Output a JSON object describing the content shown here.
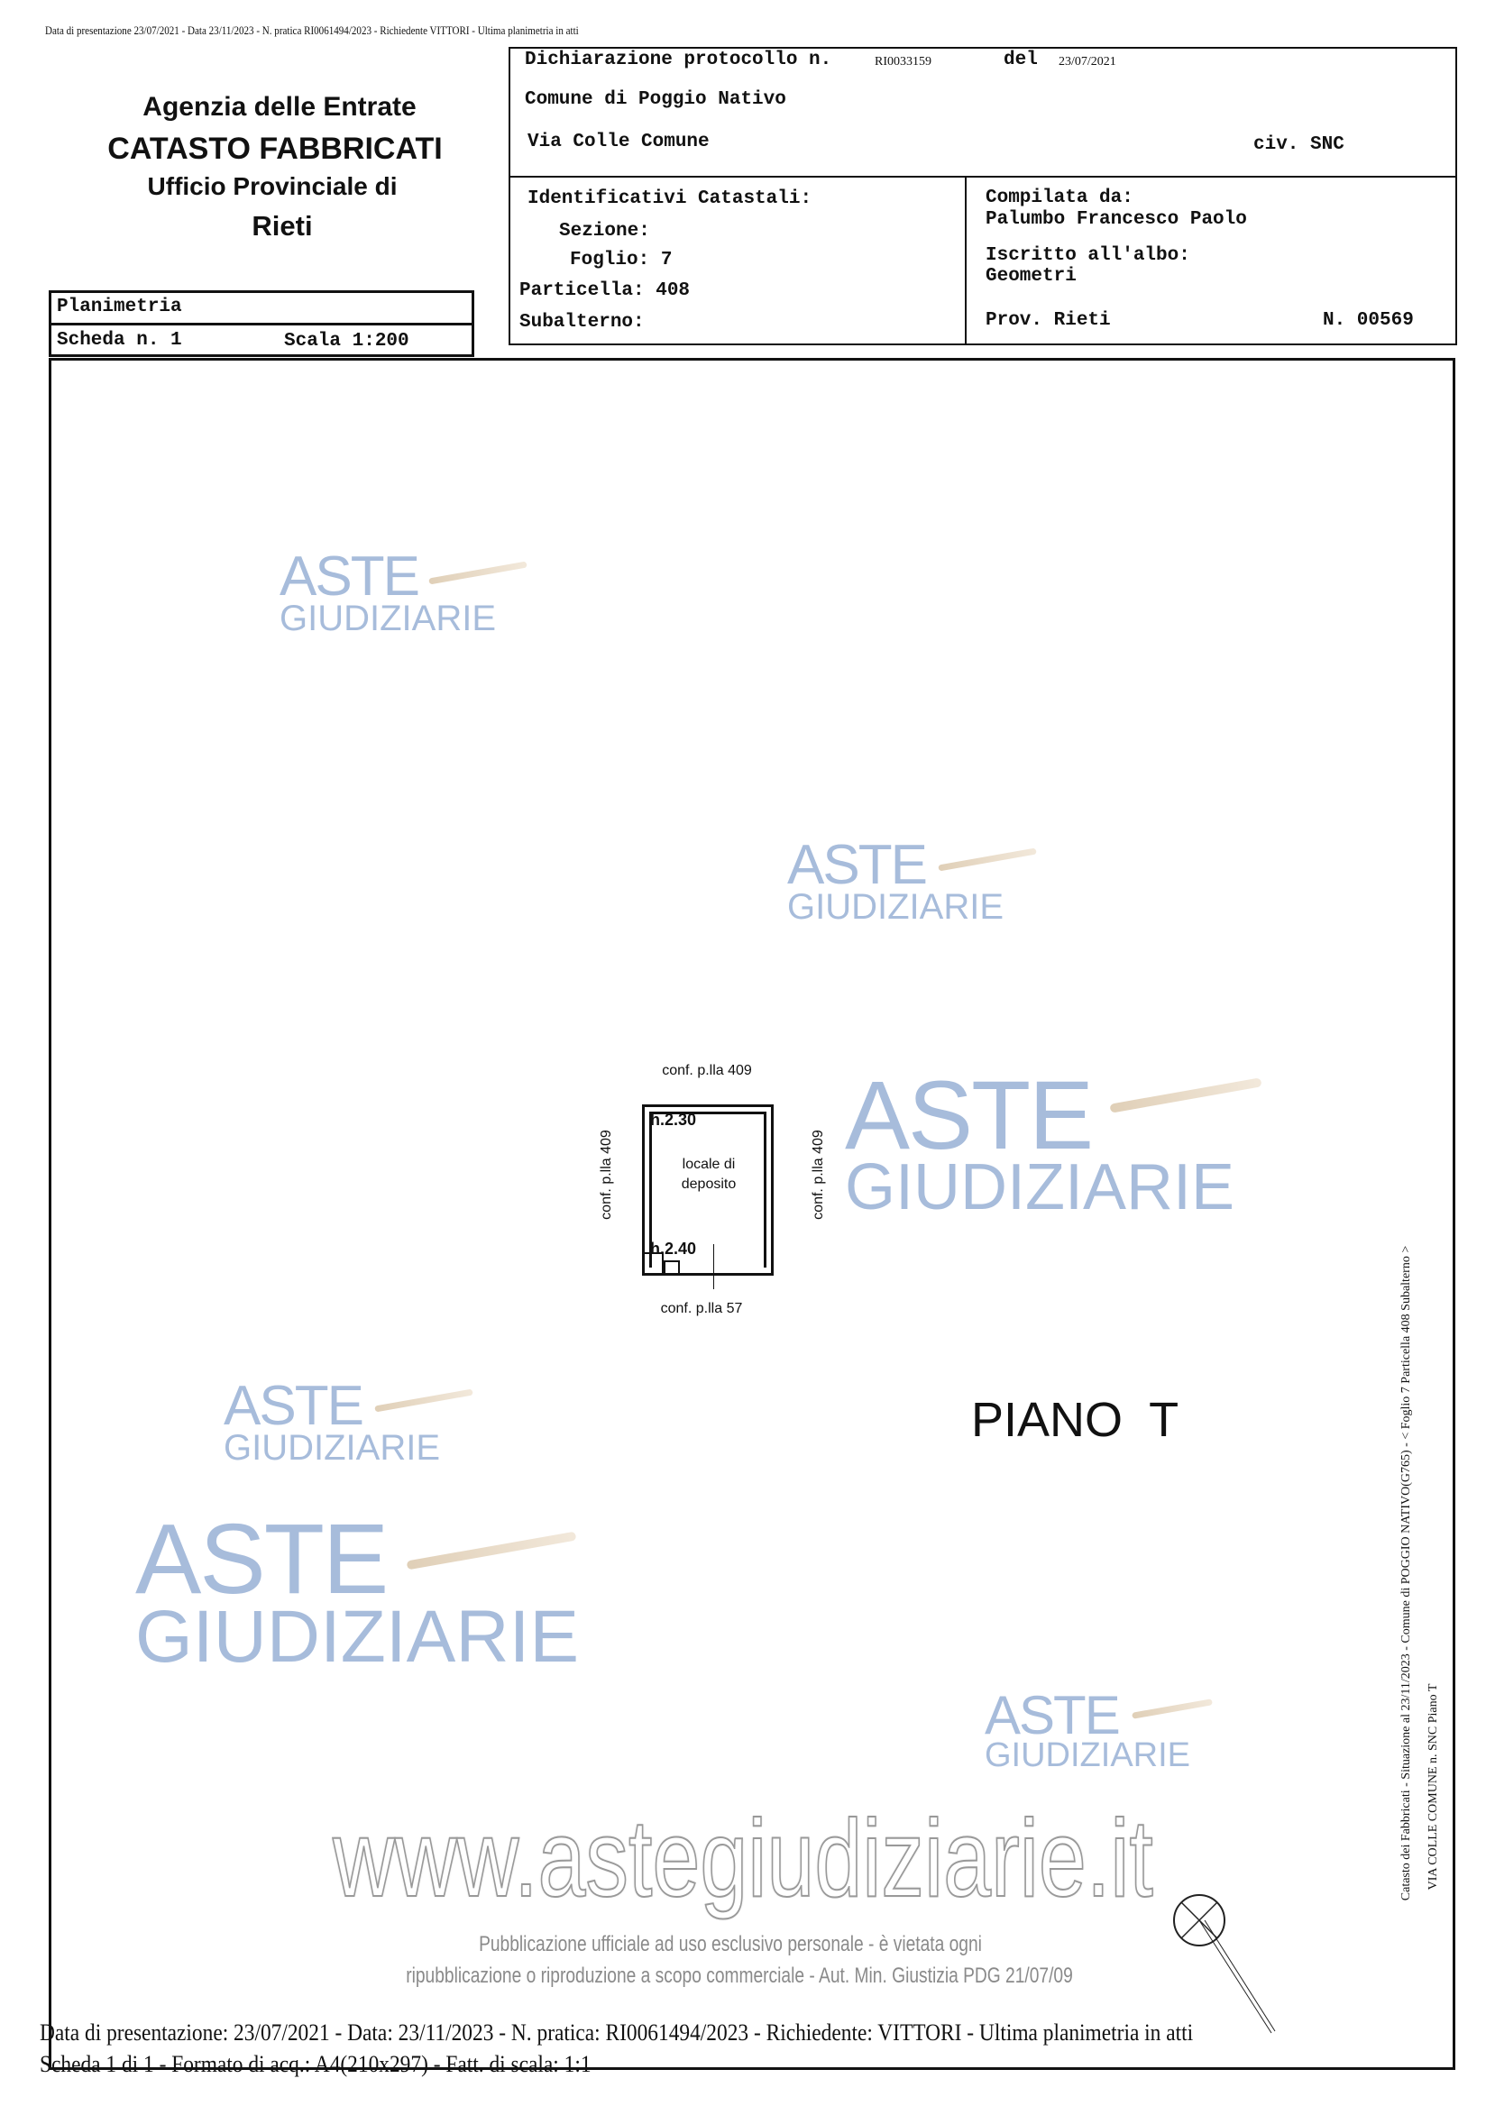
{
  "top_line": "Data di presentazione 23/07/2021 - Data 23/11/2023 - N. pratica RI0061494/2023 - Richiedente VITTORI - Ultima planimetria in atti",
  "agency": {
    "line1": "Agenzia delle Entrate",
    "line2": "CATASTO FABBRICATI",
    "line3": "Ufficio Provinciale di",
    "line4": "Rieti"
  },
  "declaration": {
    "label": "Dichiarazione protocollo n.",
    "number": "RI0033159",
    "del_label": "del",
    "date": "23/07/2021",
    "comune": "Comune di Poggio Nativo",
    "via": "Via Colle Comune",
    "civ": "civ. SNC"
  },
  "identifiers": {
    "title": "Identificativi Catastali:",
    "sezione": "Sezione:",
    "foglio": "Foglio: 7",
    "particella": "Particella: 408",
    "subalterno": "Subalterno:"
  },
  "compiler": {
    "label": "Compilata da:",
    "name": "Palumbo Francesco Paolo",
    "albo_label": "Iscritto all'albo:",
    "albo": "Geometri",
    "prov": "Prov. Rieti",
    "number": "N. 00569"
  },
  "sheet": {
    "title": "Planimetria",
    "scheda": "Scheda n. 1",
    "scala": "Scala 1:200"
  },
  "plan": {
    "top": "conf. p.lla 409",
    "left": "conf. p.lla 409",
    "right": "conf. p.lla 409",
    "bottom": "conf. p.lla 57",
    "h_top": "h.2.30",
    "room": "locale di",
    "room2": "deposito",
    "h_bottom": "h.2.40",
    "floor": "PIANO  T"
  },
  "side_text": {
    "line1": "Catasto dei Fabbricati - Situazione al 23/11/2023 - Comune di POGGIO NATIVO(G765) - < Foglio 7 Particella 408 Subalterno >",
    "line2": "VIA COLLE COMUNE n. SNC Piano T"
  },
  "footer": {
    "line1": "Data di presentazione: 23/07/2021 - Data: 23/11/2023 - N. pratica: RI0061494/2023 - Richiedente: VITTORI - Ultima planimetria in atti",
    "line2": "Scheda 1 di 1 - Formato di acq.: A4(210x297) - Fatt. di scala: 1:1"
  },
  "watermark": {
    "aste": "ASTE",
    "giudiziarie": "GIUDIZIARIE",
    "site": "www.astegiudiziarie.it",
    "notice1": "Pubblicazione ufficiale ad uso esclusivo personale - è vietata ogni",
    "notice2": "ripubblicazione o riproduzione a scopo commerciale - Aut. Min. Giustizia PDG 21/07/09",
    "color": "#8aa6cf"
  }
}
